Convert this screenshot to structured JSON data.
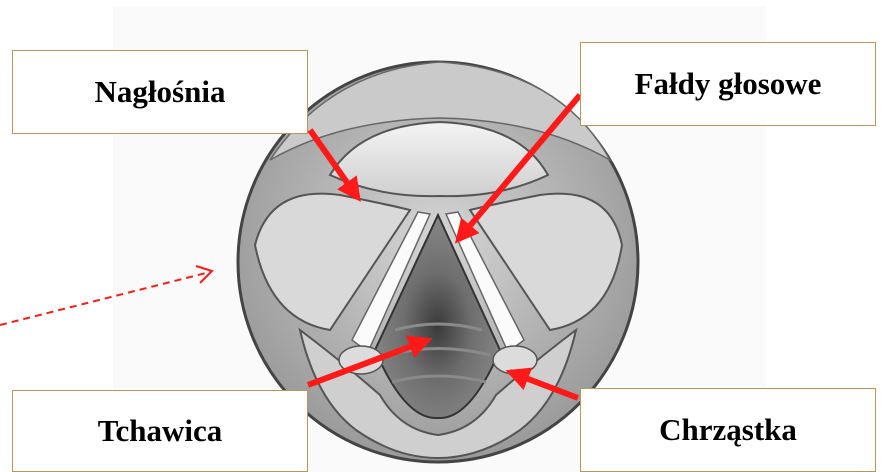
{
  "labels": {
    "epiglottis": "Nagłośnia",
    "vocal_folds": "Fałdy głosowe",
    "trachea": "Tchawica",
    "cartilage": "Chrząstka"
  },
  "colors": {
    "arrow": "#ff1a1a",
    "label_border": "#b8965a",
    "tissue_light": "#e8e8e8",
    "tissue_mid": "#bdbdbd",
    "tissue_dark": "#5a5a5a"
  }
}
